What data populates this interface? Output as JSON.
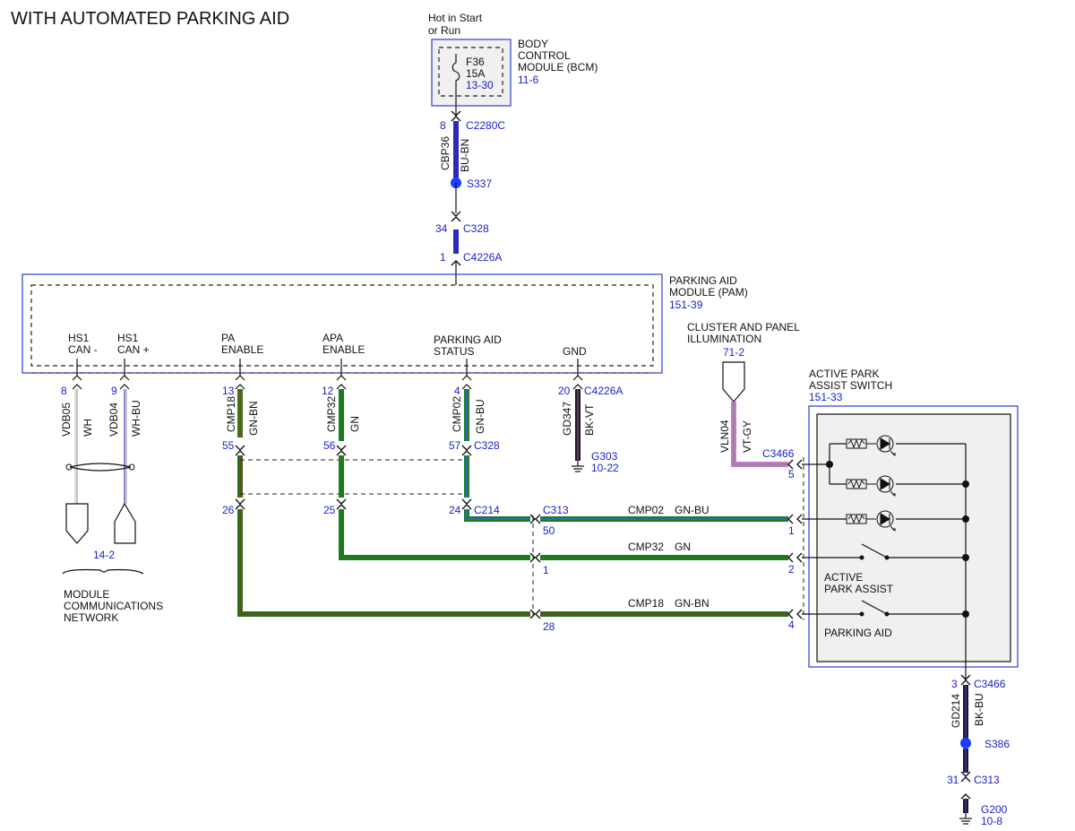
{
  "title": "WITH AUTOMATED PARKING AID",
  "power": {
    "line1": "Hot in Start",
    "line2": "or Run"
  },
  "bcm": {
    "name_lines": [
      "BODY",
      "CONTROL",
      "MODULE (BCM)"
    ],
    "ref": "11-6",
    "fuse": {
      "id": "F36",
      "rating": "15A",
      "ref": "13-30"
    }
  },
  "upper_run": {
    "pin_c2280c": "8",
    "connector_c2280c": "C2280C",
    "circuit": "CBP36",
    "color": "BU-BN",
    "splice": "S337",
    "pin_c328": "34",
    "connector_c328": "C328",
    "pin_c4226a": "1",
    "connector_c4226a": "C4226A"
  },
  "pam": {
    "name_lines": [
      "PARKING AID",
      "MODULE (PAM)"
    ],
    "ref": "151-39",
    "pins": [
      {
        "label1": "HS1",
        "label2": "CAN -"
      },
      {
        "label1": "HS1",
        "label2": "CAN +"
      },
      {
        "label1": "PA",
        "label2": "ENABLE"
      },
      {
        "label1": "APA",
        "label2": "ENABLE"
      },
      {
        "label1": "PARKING AID",
        "label2": "STATUS"
      },
      {
        "label1": "GND",
        "label2": ""
      }
    ]
  },
  "pam_wires": {
    "can_minus": {
      "pin": "8",
      "circuit": "VDB05",
      "color": "WH"
    },
    "can_plus": {
      "pin": "9",
      "circuit": "VDB04",
      "color": "WH-BU"
    },
    "pa_enable": {
      "pin": "13",
      "circuit": "CMP18",
      "color": "GN-BN",
      "c328_pin": "55",
      "c214_pin": "26"
    },
    "apa_enable": {
      "pin": "12",
      "circuit": "CMP32",
      "color": "GN",
      "c328_pin": "56",
      "c214_pin": "25"
    },
    "status": {
      "pin": "4",
      "circuit": "CMP02",
      "color": "GN-BU",
      "c328_pin": "57",
      "c214_pin": "24"
    },
    "gnd": {
      "pin": "20",
      "circuit": "GD347",
      "color": "BK-VT",
      "ground": "G303",
      "ground_ref": "10-22"
    },
    "c4226a": "C4226A",
    "c328": "C328",
    "c214": "C214"
  },
  "network": {
    "ref": "14-2",
    "lines": [
      "MODULE",
      "COMMUNICATIONS",
      "NETWORK"
    ]
  },
  "cluster": {
    "lines": [
      "CLUSTER AND PANEL",
      "ILLUMINATION"
    ],
    "ref": "71-2",
    "circuit": "VLN04",
    "color": "VT-GY"
  },
  "switch": {
    "name_lines": [
      "ACTIVE PARK",
      "ASSIST SWITCH"
    ],
    "ref": "151-33",
    "c3466": "C3466",
    "label_apa_lines": [
      "ACTIVE",
      "PARK ASSIST"
    ],
    "label_pa": "PARKING AID",
    "pin_illum": "5",
    "pin_status": "1",
    "pin_apa": "2",
    "pin_pa": "4"
  },
  "horizontal_runs": {
    "c313": "C313",
    "status": {
      "c313_pin": "50",
      "circuit": "CMP02",
      "color": "GN-BU"
    },
    "apa": {
      "c313_pin": "1",
      "circuit": "CMP32",
      "color": "GN"
    },
    "pa": {
      "c313_pin": "28",
      "circuit": "CMP18",
      "color": "GN-BN"
    }
  },
  "ground_run": {
    "pin_c3466": "3",
    "connector_c3466": "C3466",
    "circuit": "GD214",
    "color": "BK-BU",
    "splice": "S386",
    "pin_c313": "31",
    "connector_c313": "C313",
    "ground": "G200",
    "ground_ref": "10-8"
  },
  "wire_colors": {
    "blue": "#2b2bb8",
    "green": "#1f7a1f",
    "dark_green": "#2e6b1e",
    "black": "#1a1a1a",
    "violet": "#c77ac7",
    "splice": "#1a3cff",
    "label_blue": "#1a22cc"
  }
}
